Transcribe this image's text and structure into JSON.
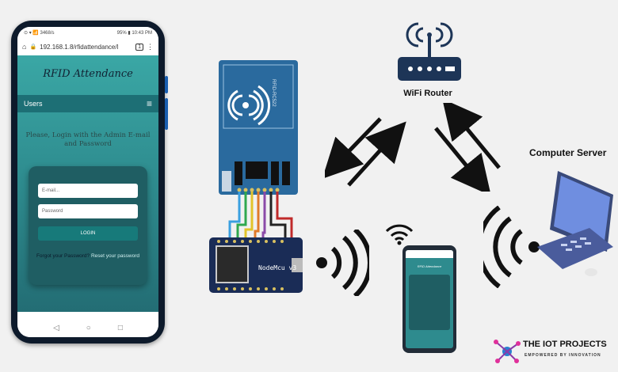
{
  "phone": {
    "status_left": "⊙ ▾ 📶 3468/s",
    "status_right": "95% ▮ 10:43 PM",
    "url": "192.168.1.8/rfidattendance/l",
    "tab_count": "1",
    "app_title": "RFID Attendance",
    "nav_label": "Users",
    "nav_menu_icon": "≡",
    "login_message": "Please, Login with the Admin E-mail and Password",
    "email_placeholder": "E-mail...",
    "password_placeholder": "Password",
    "login_button": "LOGIN",
    "forgot_text": "Forgot your Password?",
    "reset_text": " Reset your password"
  },
  "diagram": {
    "rfid_label": "RFID-RC522",
    "mcu_label": "NodeMcu v3",
    "router_label": "WiFi Router",
    "server_label": "Computer Server",
    "small_phone_title": "RFID Attendance"
  },
  "brand": {
    "title": "THE IOT PROJECTS",
    "subtitle": "EMPOWERED BY INNOVATION"
  },
  "colors": {
    "teal": "#2e8b8e",
    "board_blue": "#2a6a9e",
    "mcu_navy": "#1a2c56",
    "router_navy": "#1d3557",
    "laptop_blue": "#5b7bd5"
  }
}
